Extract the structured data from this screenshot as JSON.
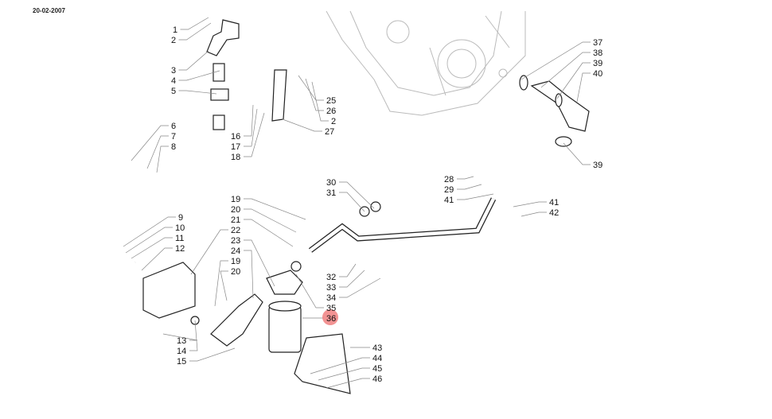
{
  "header": {
    "date": "20-02-2007"
  },
  "callouts": [
    "1",
    "2",
    "3",
    "4",
    "5",
    "6",
    "7",
    "8",
    "9",
    "10",
    "11",
    "12",
    "13",
    "14",
    "15",
    "16",
    "17",
    "18",
    "19",
    "20",
    "21",
    "22",
    "23",
    "24",
    "19",
    "20",
    "25",
    "26",
    "2",
    "27",
    "28",
    "29",
    "41",
    "30",
    "31",
    "32",
    "33",
    "34",
    "35",
    "36",
    "37",
    "38",
    "39",
    "40",
    "39",
    "41",
    "42",
    "43",
    "44",
    "45",
    "46"
  ],
  "highlight": {
    "label": "36",
    "color": "#f08080"
  }
}
